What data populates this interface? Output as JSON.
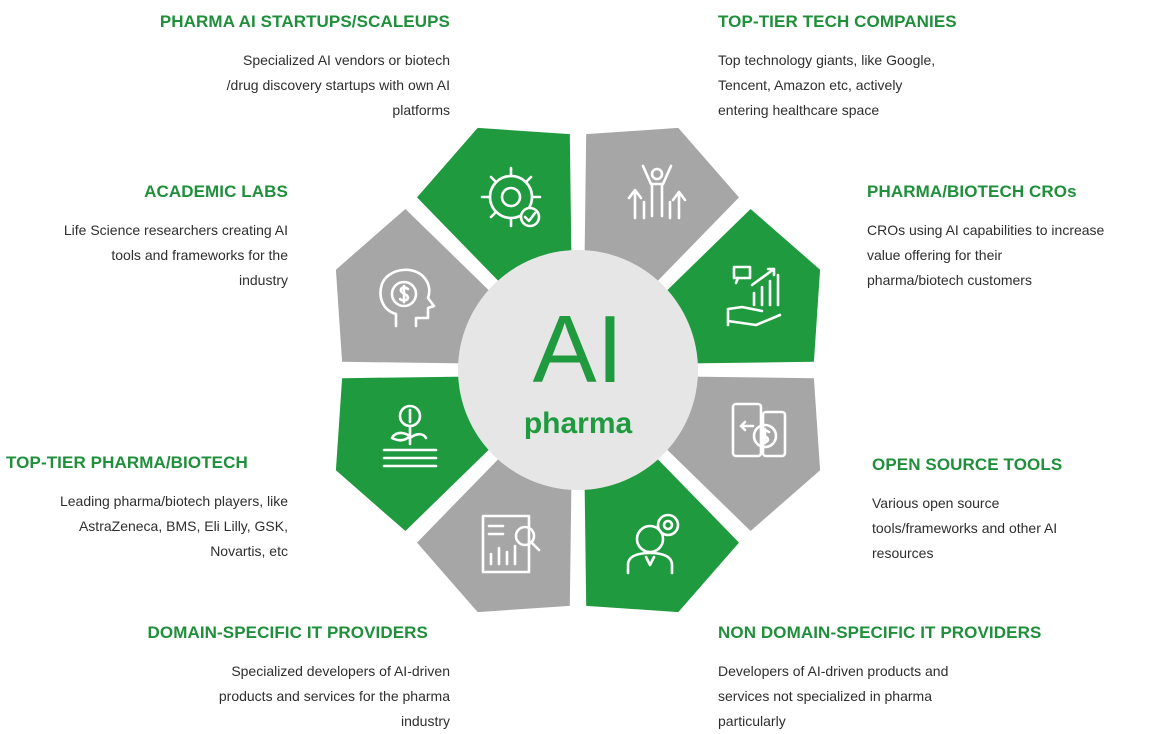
{
  "center": {
    "big": "AI",
    "small": "pharma"
  },
  "colors": {
    "green": "#1f9a3e",
    "gray": "#a6a6a6",
    "heading": "#1f8f3b",
    "circle": "#e6e6e6"
  },
  "segments": [
    {
      "icon": "gear-check-icon",
      "color": "green"
    },
    {
      "icon": "person-growth-arrows-icon",
      "color": "gray"
    },
    {
      "icon": "hand-rising-chart-icon",
      "color": "green"
    },
    {
      "icon": "phone-dollar-transfer-icon",
      "color": "gray"
    },
    {
      "icon": "person-gear-icon",
      "color": "green"
    },
    {
      "icon": "report-magnifier-icon",
      "color": "gray"
    },
    {
      "icon": "money-plant-coins-icon",
      "color": "green"
    },
    {
      "icon": "head-dollar-icon",
      "color": "gray"
    }
  ],
  "categories": {
    "pharma_ai_startups": {
      "title": "PHARMA AI STARTUPS/SCALEUPS",
      "lines": [
        "Specialized AI vendors or biotech",
        "/drug discovery startups with own AI",
        "platforms"
      ]
    },
    "top_tier_tech": {
      "title": "TOP-TIER TECH COMPANIES",
      "lines": [
        "Top technology giants, like Google,",
        "Tencent, Amazon etc, actively",
        "entering healthcare space"
      ]
    },
    "academic_labs": {
      "title": "ACADEMIC LABS",
      "lines": [
        "Life Science researchers creating AI",
        "tools and frameworks for the",
        "industry"
      ]
    },
    "pharma_biotech_cros": {
      "title": "PHARMA/BIOTECH CROs",
      "lines": [
        "CROs using AI capabilities to increase",
        "value offering for their",
        "pharma/biotech customers"
      ]
    },
    "top_tier_pharma": {
      "title": "TOP-TIER PHARMA/BIOTECH",
      "lines": [
        "Leading pharma/biotech players, like",
        "AstraZeneca, BMS, Eli Lilly, GSK,",
        "Novartis, etc"
      ]
    },
    "open_source_tools": {
      "title": "OPEN SOURCE TOOLS",
      "lines": [
        "Various open source",
        "tools/frameworks and other AI",
        "resources"
      ]
    },
    "domain_specific_it": {
      "title": "DOMAIN-SPECIFIC IT PROVIDERS",
      "lines": [
        "Specialized developers of AI-driven",
        "products and services for the pharma",
        "industry"
      ]
    },
    "non_domain_specific_it": {
      "title": "NON DOMAIN-SPECIFIC IT PROVIDERS",
      "lines": [
        "Developers of AI-driven products and",
        "services not specialized in pharma",
        "particularly"
      ]
    }
  }
}
